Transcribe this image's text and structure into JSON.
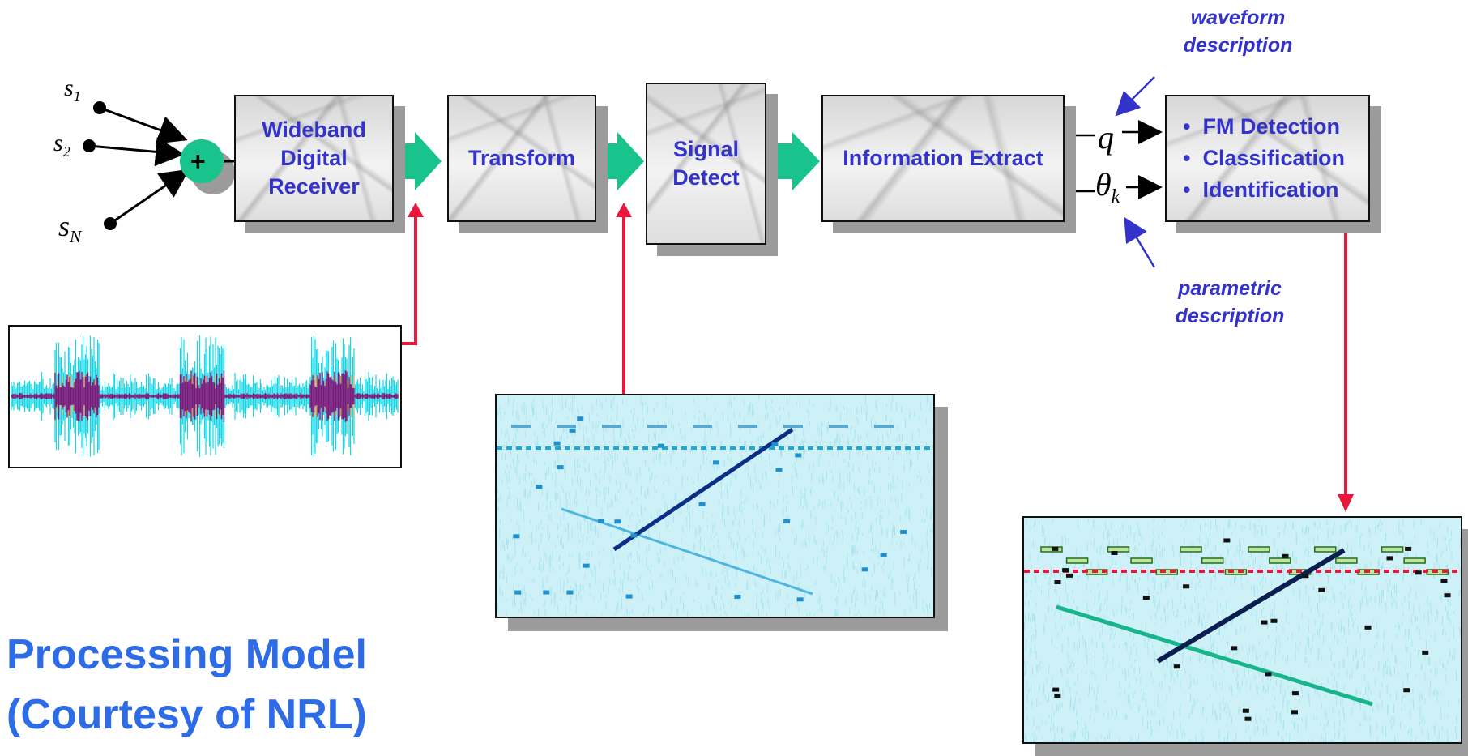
{
  "inputs": {
    "s1": {
      "base": "s",
      "sub": "1"
    },
    "s2": {
      "base": "s",
      "sub": "2"
    },
    "sN": {
      "base": "s",
      "sub": "N"
    },
    "summer_symbol": "+"
  },
  "stages": {
    "wideband_digital_receiver": {
      "lines": [
        "Wideband",
        "Digital",
        "Receiver"
      ]
    },
    "transform": {
      "label": "Transform"
    },
    "signal_detect": {
      "lines": [
        "Signal",
        "Detect"
      ]
    },
    "information_extract": {
      "label": "Information Extract"
    },
    "outputs": {
      "items": [
        "FM Detection",
        "Classification",
        "Identification"
      ]
    }
  },
  "symbols": {
    "q": "q",
    "theta": {
      "base": "θ",
      "sub": "k"
    }
  },
  "annotations": {
    "waveform": [
      "waveform",
      "description"
    ],
    "parametric": [
      "parametric",
      "description"
    ]
  },
  "caption": [
    "Processing Model",
    "(Courtesy of NRL)"
  ],
  "colors": {
    "box_text": "#3333cc",
    "caption": "#2e6be6",
    "block_arrow": "#19c38c",
    "pointer_arrow": "#e8173c",
    "annotation_arrow": "#3333cc",
    "summer": "#19c38c",
    "cyan_noise": "#15d7e6",
    "purple_trace": "#7a1a7a",
    "spectrogram_bg": "#cdf1f7",
    "detection_line": "#0b2f86",
    "crossing_line": "#18b48c",
    "threshold_blue": "#1aa9d8",
    "threshold_red": "#e8173c"
  }
}
